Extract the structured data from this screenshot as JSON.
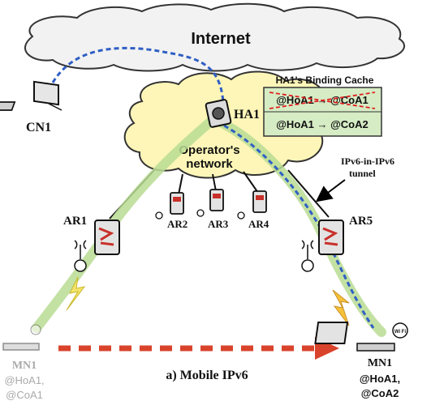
{
  "internet_label": "Internet",
  "operator_label_line1": "Operator's",
  "operator_label_line2": "network",
  "binding_cache": {
    "title": "HA1's Binding Cache",
    "old_entry": "@HoA1 → @CoA1",
    "new_entry": "@HoA1 → @CoA2"
  },
  "tunnel_label_line1": "IPv6-in-IPv6",
  "tunnel_label_line2": "tunnel",
  "nodes": {
    "cn1": "CN1",
    "ha1": "HA1",
    "ar1": "AR1",
    "ar2": "AR2",
    "ar3": "AR3",
    "ar4": "AR4",
    "ar5": "AR5"
  },
  "mn_old": {
    "name": "MN1",
    "addr1": "@HoA1,",
    "addr2": "@CoA1"
  },
  "mn_new": {
    "name": "MN1",
    "addr1": "@HoA1,",
    "addr2": "@CoA2"
  },
  "caption": "a) Mobile IPv6",
  "wifi_badge": "Wi Fi",
  "colors": {
    "cloud_operator": "#fdf6b8",
    "binding_cache_bg": "#d6ecc4",
    "tunnel_blue": "#2f5fc4",
    "tunnel_green": "#b9dc93",
    "move_arrow": "#d9432b"
  }
}
